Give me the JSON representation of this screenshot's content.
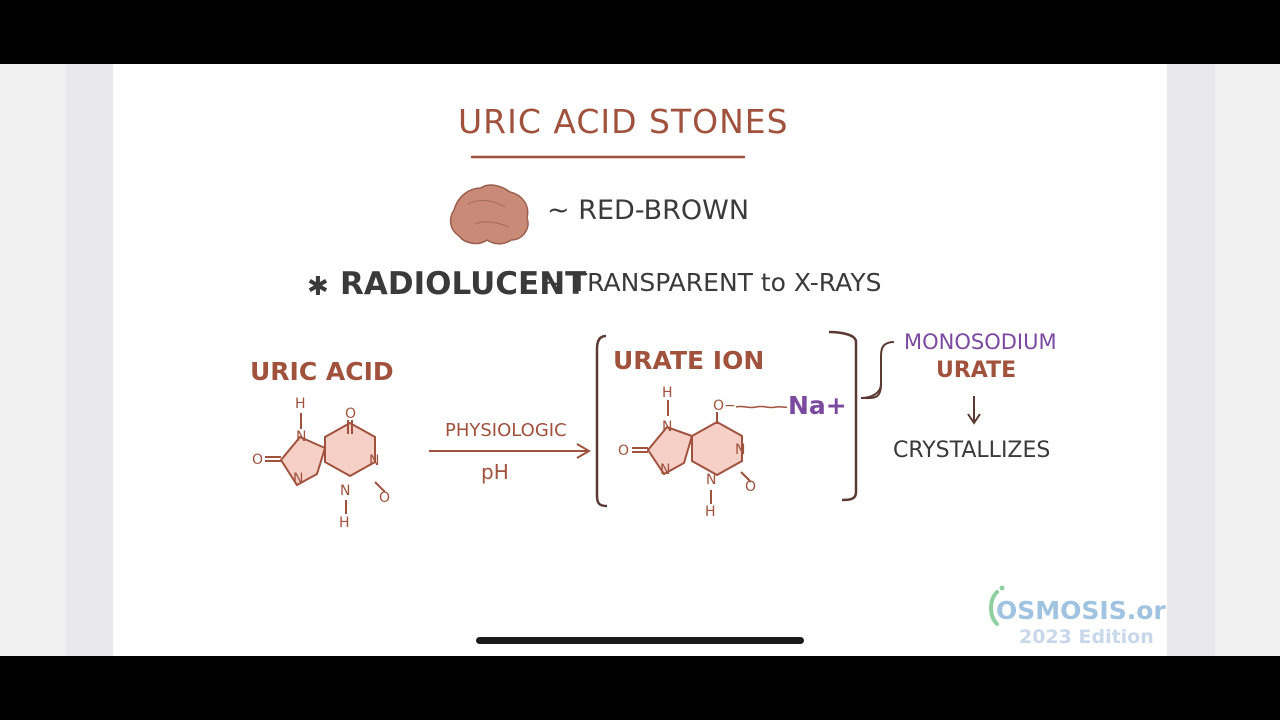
{
  "slide": {
    "title": "URIC ACID STONES",
    "stone_desc": "~ RED-BROWN",
    "radio_star": "✱",
    "radio_term": "RADIOLUCENT",
    "radio_desc": "~ TRANSPARENT to X-RAYS",
    "uric_acid_label": "URIC ACID",
    "arrow_top": "PHYSIOLOGIC",
    "arrow_bottom": "pH",
    "urate_ion_label": "URATE ION",
    "sodium_label": "Na+",
    "monosodium": "MONOSODIUM",
    "urate": "URATE",
    "crystallizes": "CRYSTALLIZES",
    "atoms": {
      "h": "H",
      "n": "N",
      "o": "O",
      "o_minus": "O−"
    }
  },
  "watermark": {
    "brand": "OSMOSIS.org",
    "edition": "2023 Edition"
  },
  "colors": {
    "ink_brown": "#a0523d",
    "molecule_fill": "#f6cfc6",
    "stone_fill": "#c98b78",
    "purple": "#7b4aa0",
    "watermark": "#9fc3e0"
  },
  "icons": [
    "stone-icon",
    "osmosis-logo-icon"
  ]
}
